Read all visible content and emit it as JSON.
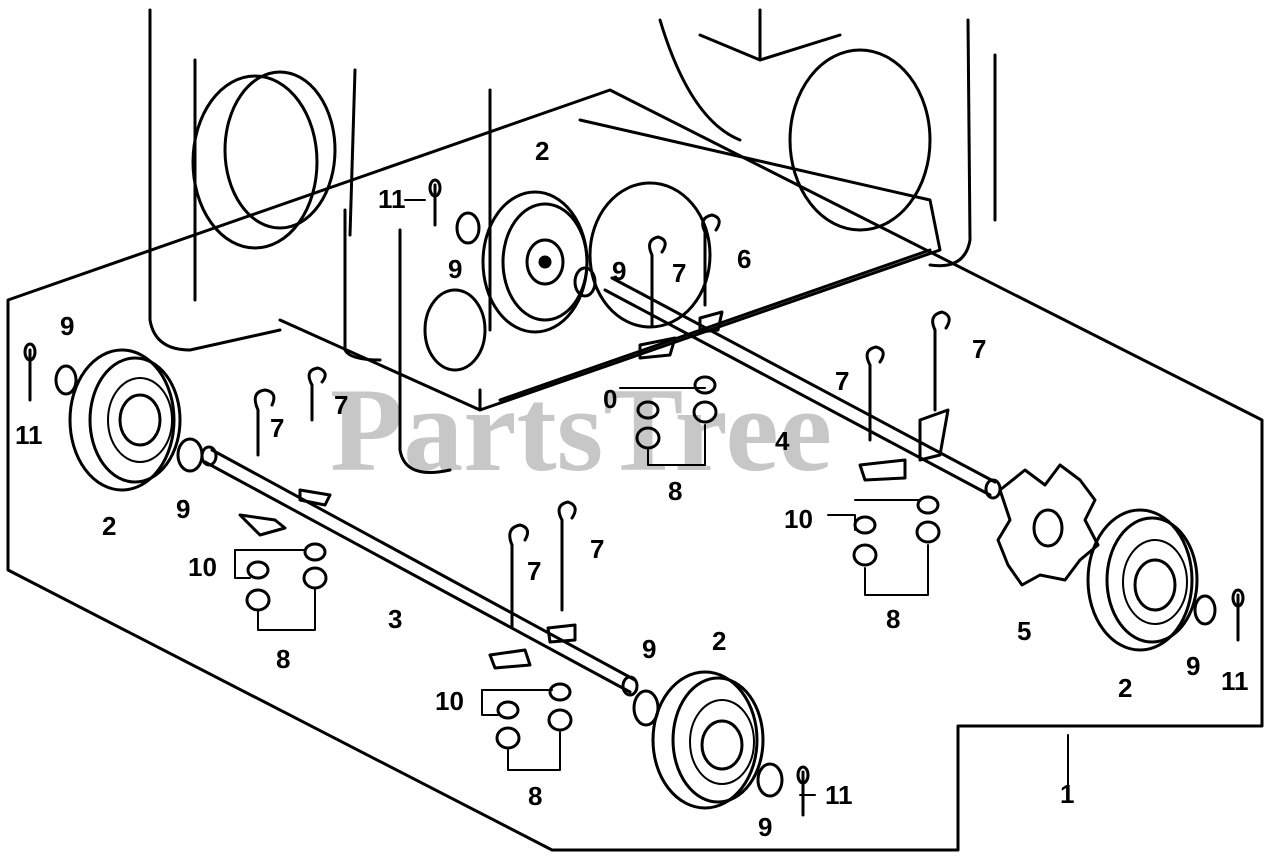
{
  "watermark": "PartsTree",
  "callouts": {
    "c1": "1",
    "c2a": "2",
    "c2b": "2",
    "c2c": "2",
    "c2d": "2",
    "c3": "3",
    "c4": "4",
    "c5": "5",
    "c6": "6",
    "c7a": "7",
    "c7b": "7",
    "c7c": "7",
    "c7d": "7",
    "c7e": "7",
    "c7f": "7",
    "c7g": "7",
    "c8a": "8",
    "c8b": "8",
    "c8c": "8",
    "c8d": "8",
    "c9a": "9",
    "c9b": "9",
    "c9c": "9",
    "c9d": "9",
    "c9e": "9",
    "c9f": "9",
    "c9g": "9",
    "c10a": "10",
    "c10b": "10",
    "c10c": "10",
    "c10d": "0",
    "c11a": "11",
    "c11b": "11",
    "c11c": "11",
    "c11d": "11"
  }
}
